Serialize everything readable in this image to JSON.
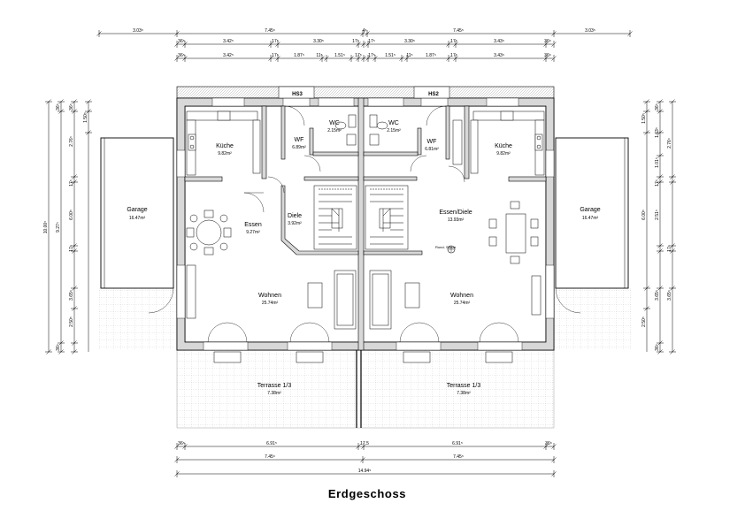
{
  "title": "Erdgeschoss",
  "labels": {
    "hs_left": "HS3",
    "hs_right": "HS2",
    "rundstuetze": "Rund-\nStütze"
  },
  "rooms_left": {
    "kueche": {
      "name": "Küche",
      "area": "9.82m²"
    },
    "wc": {
      "name": "WC",
      "area": "2.15m²"
    },
    "wf": {
      "name": "WF",
      "area": "6.89m²"
    },
    "garage": {
      "name": "Garage",
      "area": "16.47m²"
    },
    "essen": {
      "name": "Essen",
      "area": "9.27m²"
    },
    "diele": {
      "name": "Diele",
      "area": "3.92m²"
    },
    "wohnen": {
      "name": "Wohnen",
      "area": "25.74m²"
    },
    "terrasse": {
      "name": "Terrasse 1/3",
      "area": "7.38m²"
    }
  },
  "rooms_right": {
    "kueche": {
      "name": "Küche",
      "area": "9.82m²"
    },
    "wc": {
      "name": "WC",
      "area": "2.15m²"
    },
    "wf": {
      "name": "WF",
      "area": "6.81m²"
    },
    "garage": {
      "name": "Garage",
      "area": "16.47m²"
    },
    "essen_diele": {
      "name": "Essen/Diele",
      "area": "13.93m²"
    },
    "wohnen": {
      "name": "Wohnen",
      "area": "25.74m²"
    },
    "terrasse": {
      "name": "Terrasse 1/3",
      "area": "7.38m²"
    }
  },
  "dims_top": {
    "row1": [
      "3.03⁵",
      "7.45⁵",
      "4⁵",
      "7.45⁵",
      "3.03⁵"
    ],
    "row2": [
      "36⁵",
      "3.42⁵",
      "17⁵",
      "3.30⁵",
      "17⁵",
      "17⁵",
      "3.30⁵",
      "17⁵",
      "3.43⁵",
      "36⁵"
    ],
    "row3": [
      "36⁵",
      "3.42⁵",
      "17⁵",
      "1.87⁵",
      "11⁵",
      "1.51⁵",
      "17⁵",
      "17⁵",
      "1.51⁵",
      "11⁵",
      "1.87⁵",
      "17⁵",
      "3.43⁵",
      "36⁵"
    ]
  },
  "dims_bottom": {
    "row1": [
      "36⁵",
      "6.91⁵",
      "17.5",
      "6.91⁵",
      "36⁵"
    ],
    "row2": [
      "7.45⁵",
      "7.45⁵"
    ],
    "row3": [
      "14.94⁵"
    ]
  },
  "dims_left": {
    "outer": [
      "10.00⁵"
    ],
    "mid": [
      "36⁵",
      "9.27⁵",
      "36⁵"
    ],
    "inner": [
      "36⁵",
      "2.76⁵",
      "17⁵",
      "6.00⁵",
      "17⁵",
      "3.65⁵",
      "2.50⁵"
    ],
    "innermost": [
      "1.50⁵"
    ]
  },
  "dims_right": {
    "inner": [
      "36⁵",
      "1.50⁵",
      "2.76⁵",
      "1.63⁵",
      "1.01⁵",
      "17⁵",
      "6.00⁵",
      "2.51⁵",
      "17⁵",
      "3.65⁵",
      "3.65⁵",
      "2.50⁵",
      "36⁵"
    ]
  }
}
